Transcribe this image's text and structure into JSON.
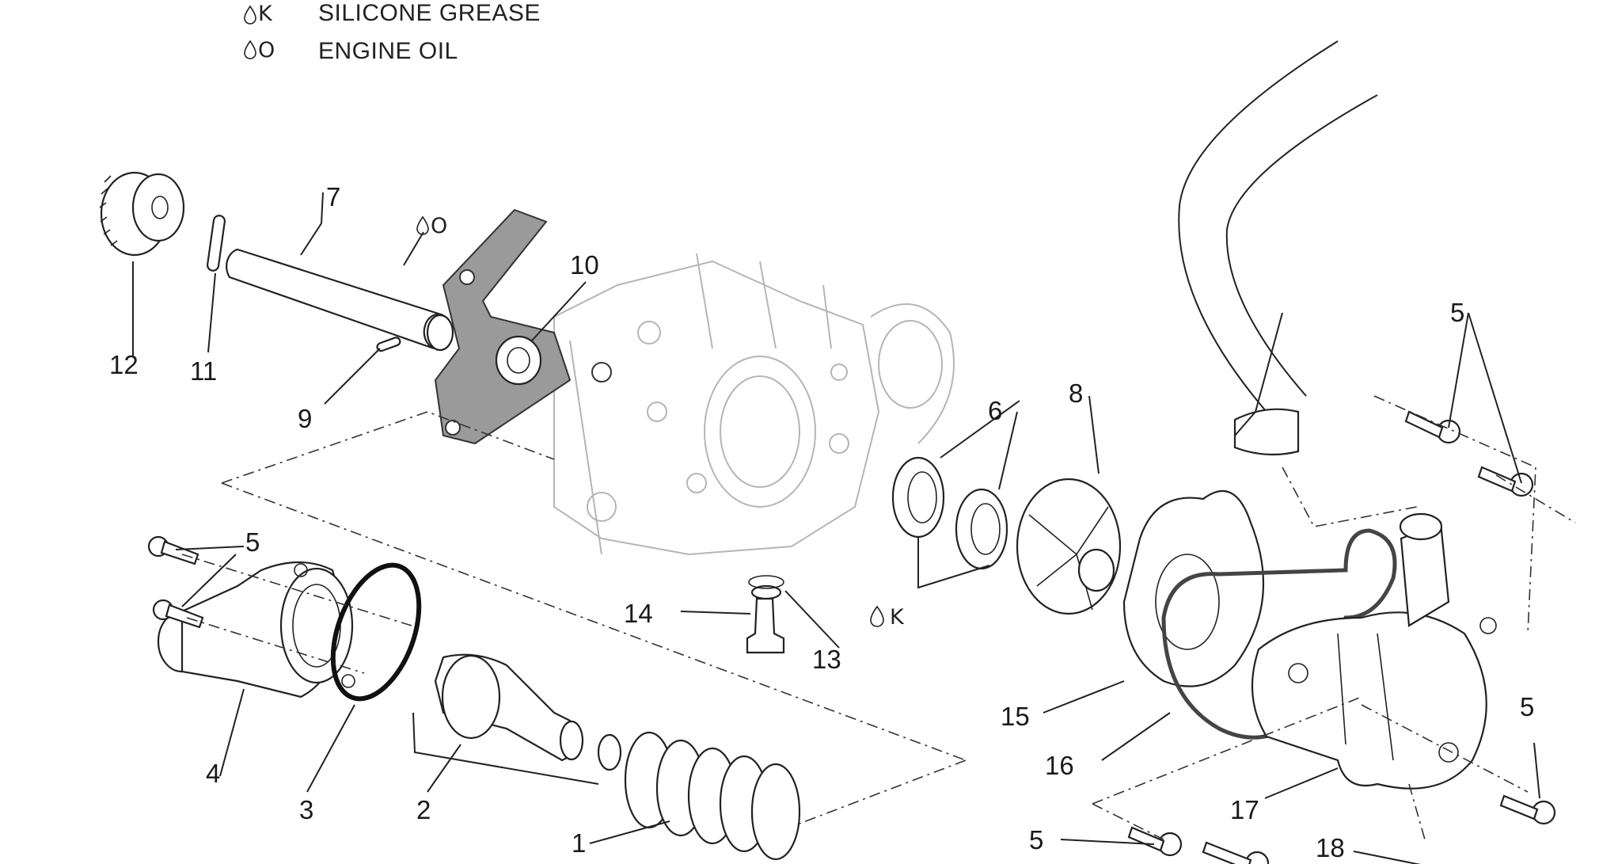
{
  "legend": [
    {
      "symbol": "K",
      "text": "SILICONE GREASE",
      "icon": "oil-drop-icon"
    },
    {
      "symbol": "O",
      "text": "ENGINE OIL",
      "icon": "oil-drop-icon"
    }
  ],
  "labels": {
    "p1": "1",
    "p2": "2",
    "p3": "3",
    "p4": "4",
    "p5a": "5",
    "p5b": "5",
    "p5c": "5",
    "p5d": "5",
    "p6": "6",
    "p7": "7",
    "p8": "8",
    "p9": "9",
    "p10": "10",
    "p11": "11",
    "p12": "12",
    "p13": "13",
    "p14": "14",
    "p15": "15",
    "p16": "16",
    "p17": "17",
    "p18": "18"
  },
  "markers": {
    "oil": "O",
    "grease": "K"
  }
}
